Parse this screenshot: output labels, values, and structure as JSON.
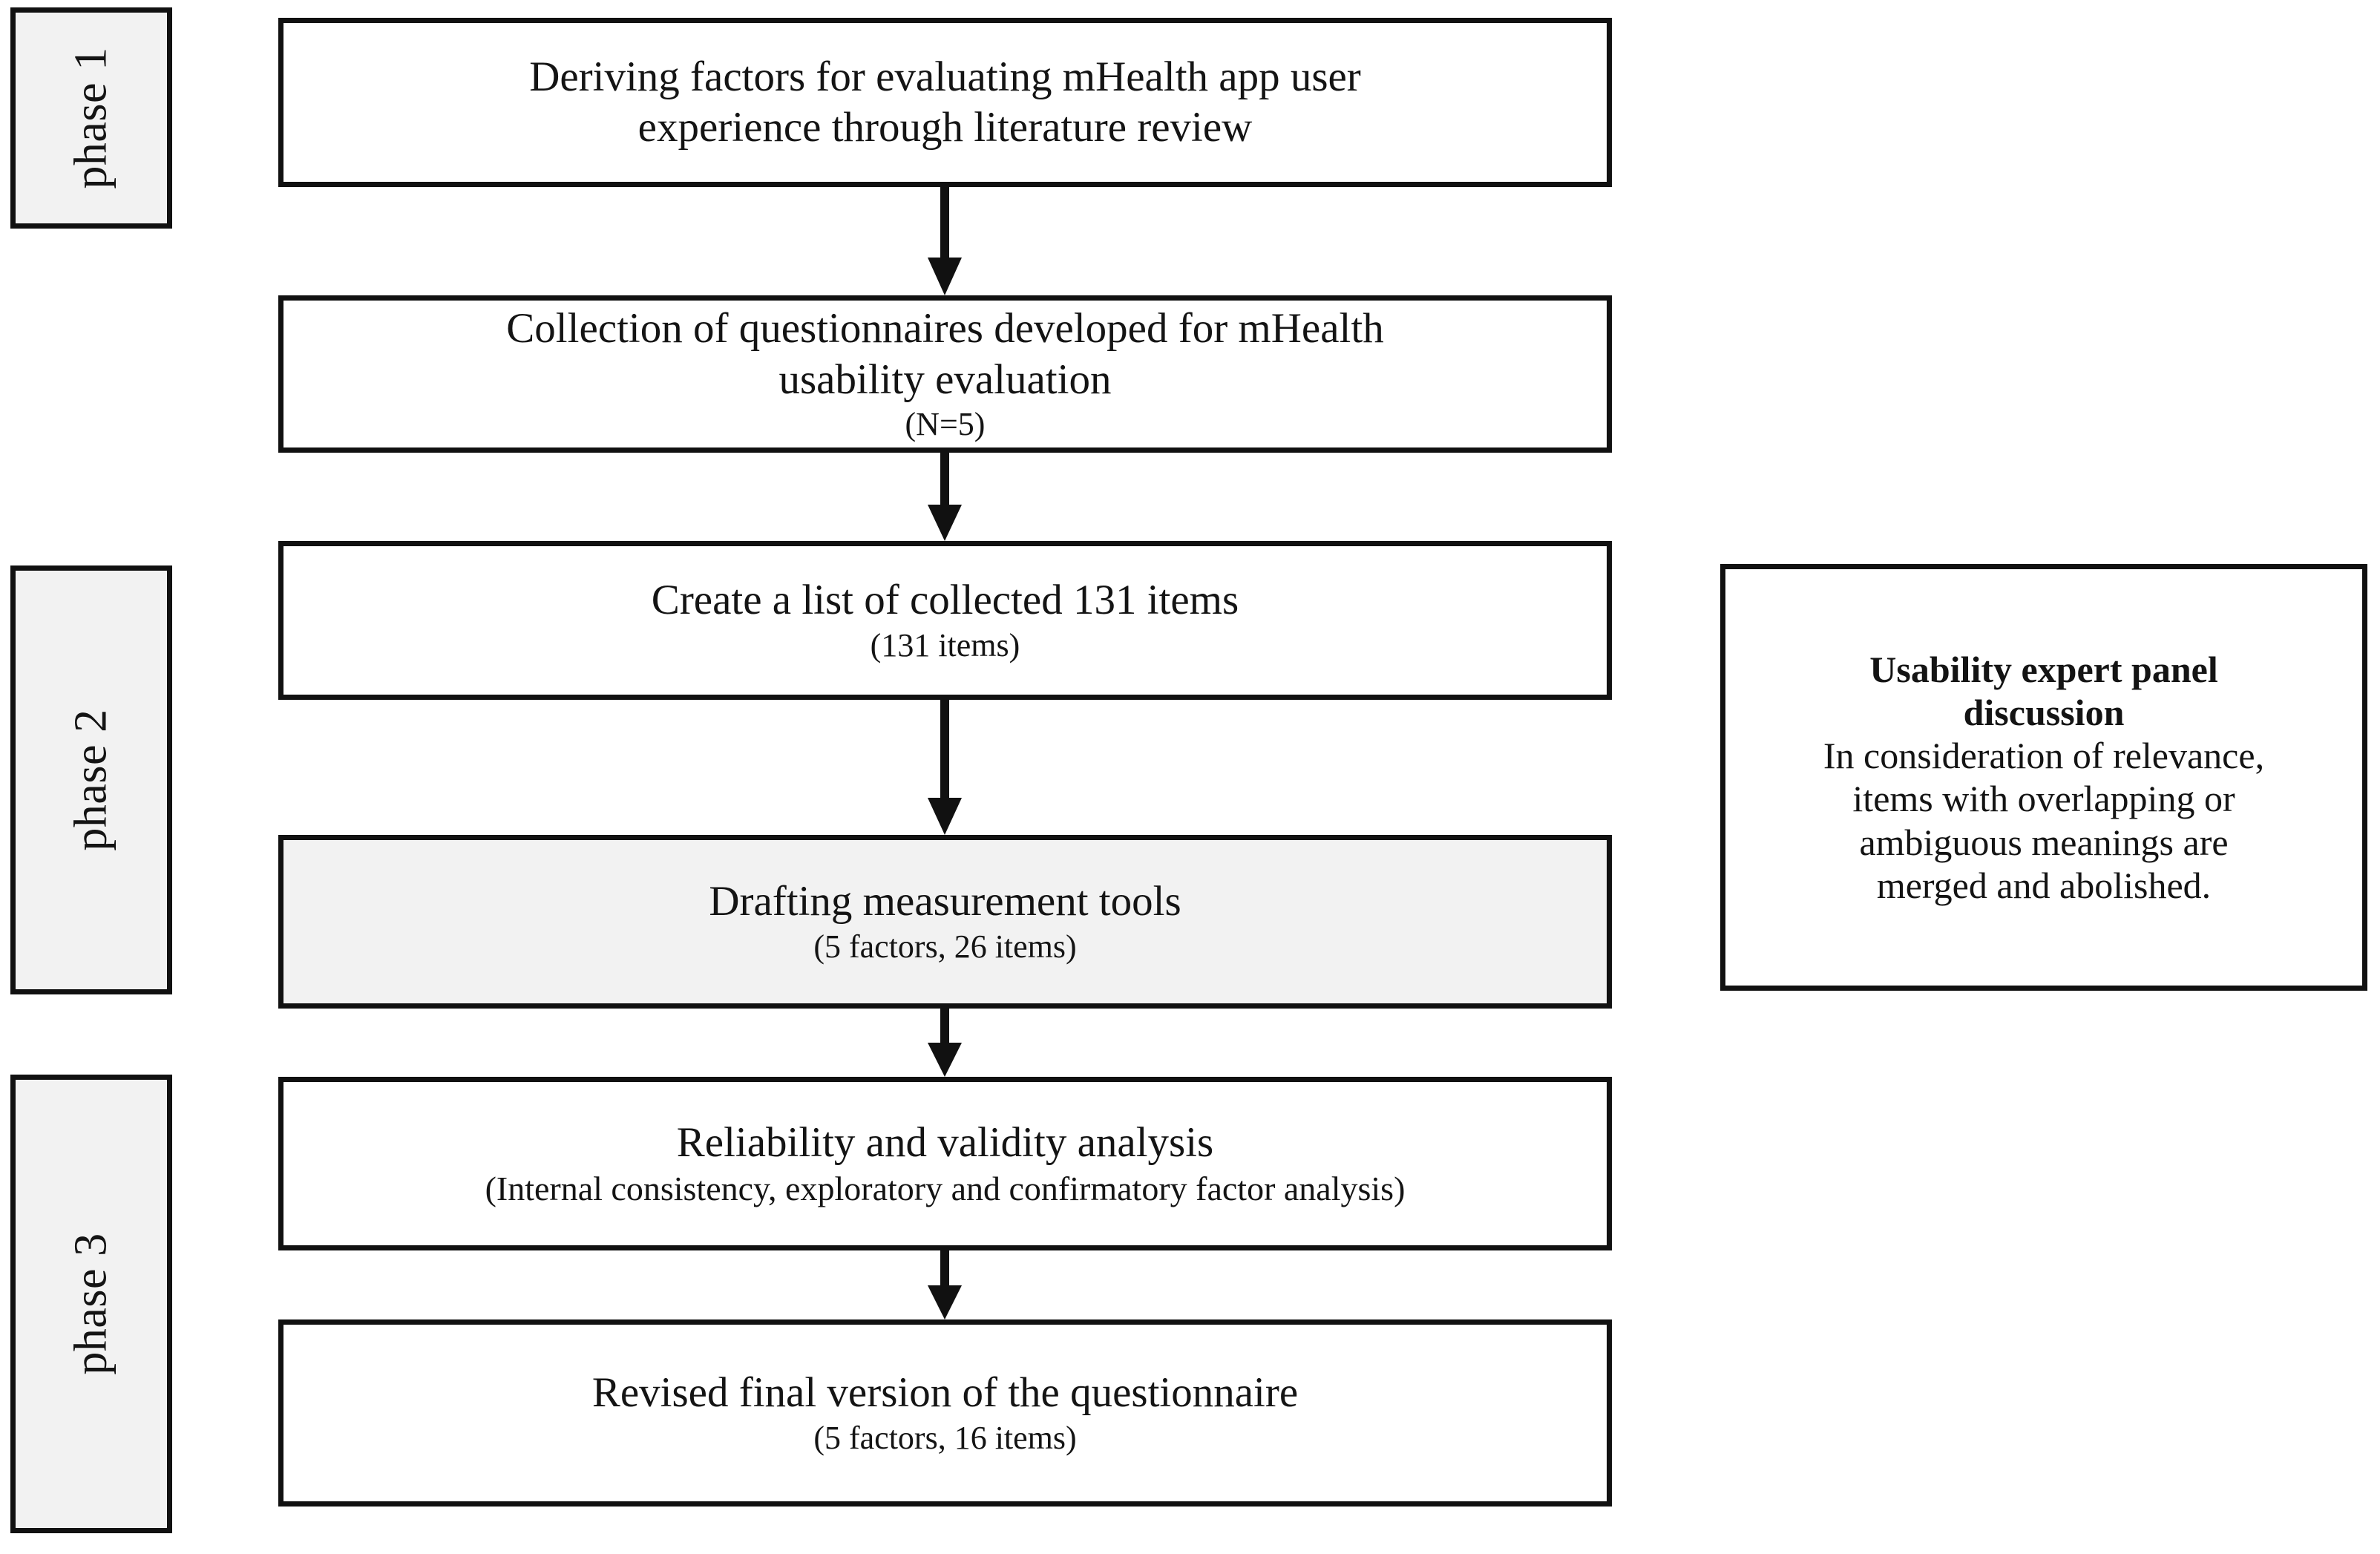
{
  "figure": {
    "kind": "flowchart",
    "orientation": "vertical",
    "arrow_color": "#111111",
    "border_color": "#111111",
    "shaded_fill": "#f2f2f2",
    "background": "#ffffff"
  },
  "phases": [
    {
      "label": "phase 1"
    },
    {
      "label": "phase 2"
    },
    {
      "label": "phase 3"
    }
  ],
  "steps": [
    {
      "id": "step-1",
      "line1": "Deriving factors for evaluating mHealth app user",
      "line2": "experience through literature review",
      "shaded": false
    },
    {
      "id": "step-2",
      "line1": "Collection of questionnaires developed for mHealth",
      "line2": "usability evaluation ",
      "line2_sub": "(N=5)",
      "shaded": false
    },
    {
      "id": "step-3",
      "line1": "Create a list of collected 131 items",
      "line2_sub": "(131 items)",
      "shaded": false
    },
    {
      "id": "step-4",
      "line1": "Drafting measurement tools",
      "line2_sub": "(5 factors, 26 items)",
      "shaded": true
    },
    {
      "id": "step-5",
      "line1": "Reliability and validity analysis",
      "line2_sub": "(Internal consistency, exploratory and confirmatory factor analysis)",
      "shaded": false
    },
    {
      "id": "step-6",
      "line1": "Revised final version of the questionnaire",
      "line2_sub": "(5 factors, 16 items)",
      "shaded": false
    }
  ],
  "arrows": [
    {
      "from": "step-1",
      "to": "step-2"
    },
    {
      "from": "step-2",
      "to": "step-3"
    },
    {
      "from": "step-3",
      "to": "step-4"
    },
    {
      "from": "step-4",
      "to": "step-5"
    },
    {
      "from": "step-5",
      "to": "step-6"
    }
  ],
  "side_panel": {
    "title_line1": "Usability expert panel",
    "title_line2": "discussion",
    "body_line1": "In consideration of relevance,",
    "body_line2": "items with overlapping or",
    "body_line3": "ambiguous meanings are",
    "body_line4": "merged and abolished."
  }
}
